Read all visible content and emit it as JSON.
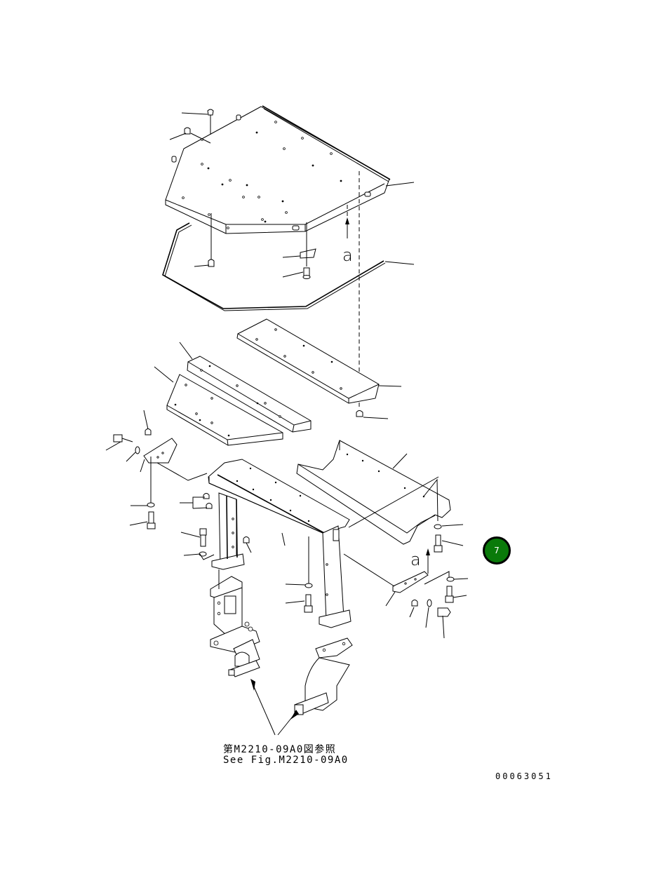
{
  "diagram": {
    "type": "exploded-parts-diagram",
    "view_labels": {
      "arrow_a_upper": "a",
      "arrow_a_lower": "a"
    },
    "reference_note": {
      "japanese": "第M2210-09A0図参照",
      "english": "See Fig.M2210-09A0"
    },
    "document_number": "00063051",
    "page_badge": {
      "label": "7",
      "color": "#0a7a0a"
    },
    "components": [
      "floor-plate",
      "floor-gasket",
      "cover-plate-right",
      "cover-plate-left-upper",
      "cover-plate-left-lower",
      "side-bracket-left",
      "front-beam",
      "rear-channel",
      "bracket-right",
      "support-leg-left",
      "support-leg-right",
      "mount-base-left",
      "mount-base-right",
      "bolts",
      "washers",
      "nuts"
    ]
  }
}
